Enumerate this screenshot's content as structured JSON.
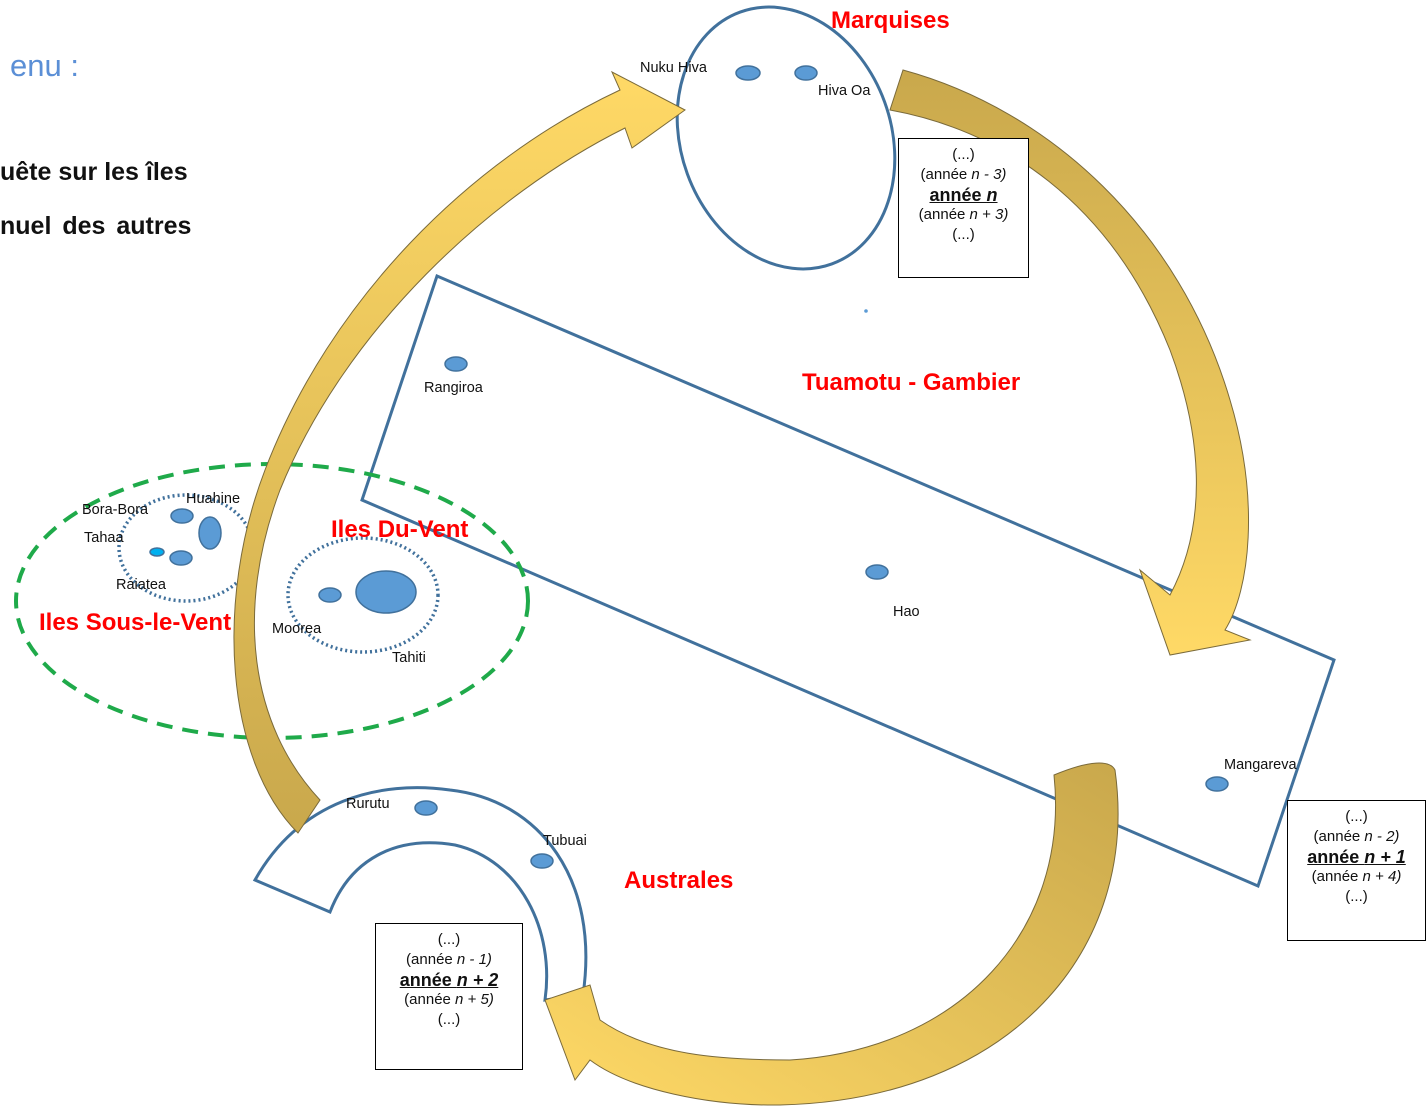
{
  "header": {
    "line1": "enu :",
    "line2": "uête sur les îles",
    "line3": "nuel  des  autres"
  },
  "regions": {
    "marquises": "Marquises",
    "tuamotu": "Tuamotu - Gambier",
    "du_vent": "Iles Du-Vent",
    "sous_le_vent": "Iles Sous-le-Vent",
    "australes": "Australes"
  },
  "islands": {
    "nuku_hiva": "Nuku Hiva",
    "hiva_oa": "Hiva Oa",
    "rangiroa": "Rangiroa",
    "hao": "Hao",
    "mangareva": "Mangareva",
    "bora_bora": "Bora-Bora",
    "huahine": "Huahine",
    "tahaa": "Tahaa",
    "raiatea": "Raiatea",
    "moorea": "Moorea",
    "tahiti": "Tahiti",
    "rurutu": "Rurutu",
    "tubuai": "Tubuai"
  },
  "boxes": {
    "marquises": {
      "l1": "(...)",
      "l2_pre": "(année ",
      "l2_it": "n - 3)",
      "l3_pre": "année ",
      "l3_it": "n",
      "l4_pre": "(année ",
      "l4_it": "n + 3)",
      "l5": "(...)"
    },
    "tuamotu": {
      "l1": "(...)",
      "l2_pre": "(année ",
      "l2_it": "n - 2)",
      "l3_pre": "année ",
      "l3_it": "n + 1",
      "l4_pre": "(année ",
      "l4_it": "n + 4)",
      "l5": "(...)"
    },
    "australes": {
      "l1": "(...)",
      "l2_pre": "(année ",
      "l2_it": "n - 1)",
      "l3_pre": "année ",
      "l3_it": "n + 2",
      "l4_pre": "(année ",
      "l4_it": "n + 5)",
      "l5": "(...)"
    }
  },
  "colors": {
    "outline": "#41719c",
    "island_fill": "#5b9bd5",
    "arrow_light": "#ffd966",
    "arrow_dark": "#c9a84c",
    "green_dash": "#1faa4a",
    "region_text": "#ff0000"
  }
}
